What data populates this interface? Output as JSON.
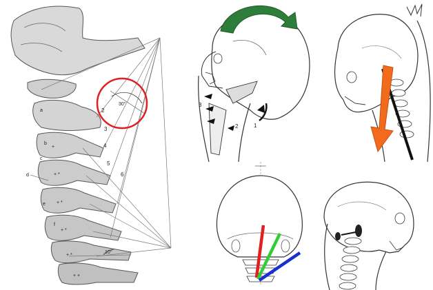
{
  "panels": {
    "spine_lateral": {
      "angle_top": "30°",
      "angle_bottom": "10°",
      "line_numbers": [
        "2",
        "3",
        "4",
        "5",
        "6"
      ],
      "vertebra_letters": [
        "a",
        "b",
        "c",
        "d",
        "e",
        "f"
      ],
      "highlight_color": "#e02020"
    },
    "flexion_head": {
      "arrow_numbers": [
        "1",
        "2",
        "3"
      ],
      "rotation_arrow_color": "#2e7d3a"
    },
    "forward_head": {
      "force_arrow_color": "#f26b1d"
    },
    "posterior_skull": {
      "vector_colors": [
        "#e02020",
        "#33cc33",
        "#1a2fd0"
      ]
    },
    "lateral_neck": {}
  }
}
